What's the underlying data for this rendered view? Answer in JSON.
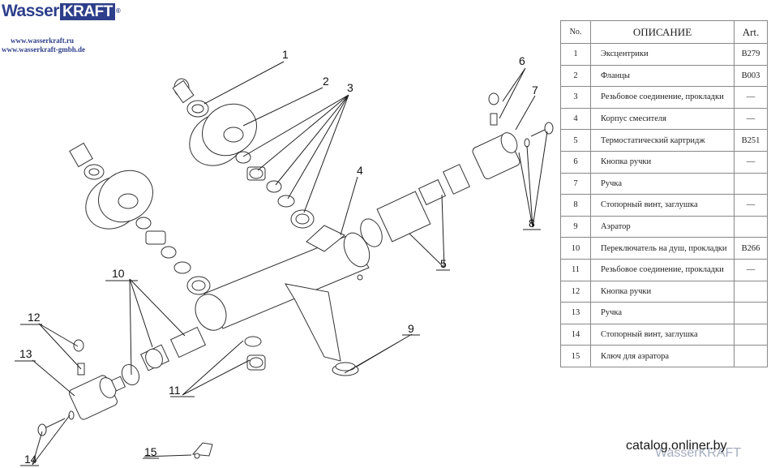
{
  "brand": {
    "name_part1": "Wasser",
    "name_part2": "KRAFT",
    "registered_mark": "®",
    "url1": "www.wasserkraft.ru",
    "url2": "www.wasserkraft-gmbh.de"
  },
  "diagram": {
    "callouts": [
      "1",
      "2",
      "3",
      "4",
      "5",
      "6",
      "7",
      "8",
      "9",
      "10",
      "11",
      "12",
      "13",
      "14",
      "15"
    ]
  },
  "table": {
    "headers": {
      "no": "No.",
      "desc": "ОПИСАНИЕ",
      "art": "Art."
    },
    "rows": [
      {
        "no": "1",
        "desc": "Эксцентрики",
        "art": "B279"
      },
      {
        "no": "2",
        "desc": "Фланцы",
        "art": "B003"
      },
      {
        "no": "3",
        "desc": "Резьбовое соединение, прокладки",
        "art": "—"
      },
      {
        "no": "4",
        "desc": "Корпус смесителя",
        "art": "—"
      },
      {
        "no": "5",
        "desc": "Термостатический картридж",
        "art": "B251"
      },
      {
        "no": "6",
        "desc": "Кнопка ручки",
        "art": "—"
      },
      {
        "no": "7",
        "desc": "Ручка",
        "art": ""
      },
      {
        "no": "8",
        "desc": "Стопорный винт, заглушка",
        "art": "—"
      },
      {
        "no": "9",
        "desc": "Аэратор",
        "art": ""
      },
      {
        "no": "10",
        "desc": "Переключатель на душ, прокладки",
        "art": "B266"
      },
      {
        "no": "11",
        "desc": "Резьбовое соединение, прокладки",
        "art": "—"
      },
      {
        "no": "12",
        "desc": "Кнопка ручки",
        "art": ""
      },
      {
        "no": "13",
        "desc": "Ручка",
        "art": ""
      },
      {
        "no": "14",
        "desc": "Стопорный винт, заглушка",
        "art": ""
      },
      {
        "no": "15",
        "desc": "Ключ для аэратора",
        "art": ""
      }
    ]
  },
  "watermark": {
    "text": "catalog.onliner.by",
    "brand_text": "WasserKRAFT"
  }
}
